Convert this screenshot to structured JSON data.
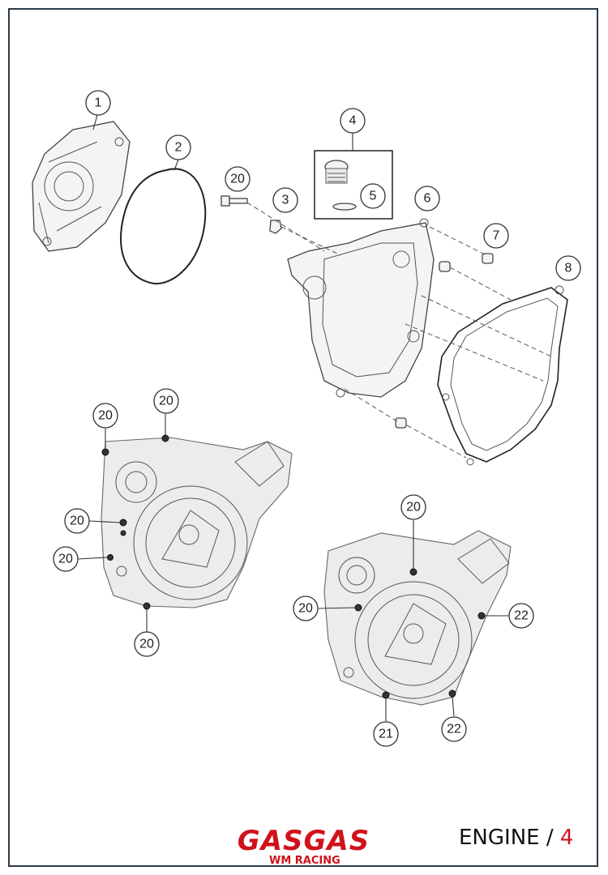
{
  "footer": {
    "brand": "GASGAS",
    "brand_sub": "WM RACING",
    "section_label": "ENGINE /",
    "section_number": "4"
  },
  "callouts": {
    "c1": "1",
    "c2": "2",
    "c3": "3",
    "c4": "4",
    "c5": "5",
    "c6": "6",
    "c7": "7",
    "c8": "8",
    "c20": "20",
    "c21": "21",
    "c22": "22"
  },
  "colors": {
    "brand_red": "#d0121b",
    "frame_border": "#2a3a4a"
  }
}
